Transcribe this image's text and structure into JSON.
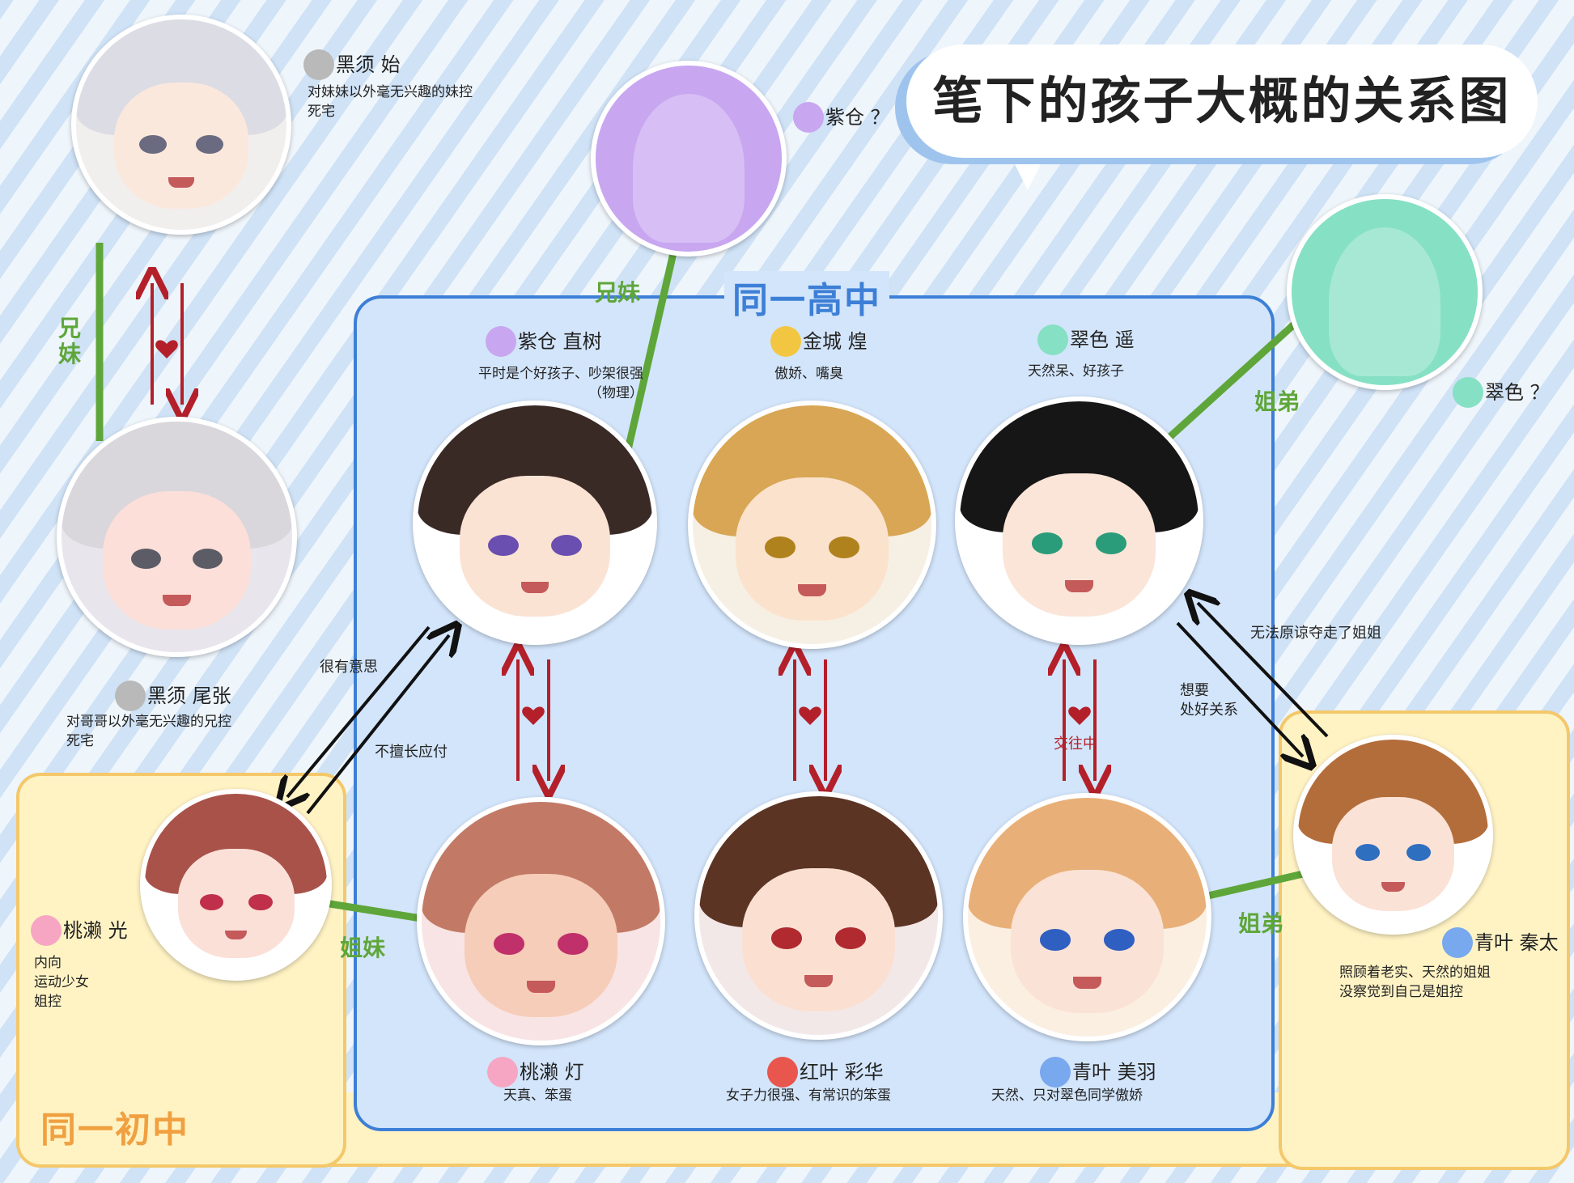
{
  "title": "笔下的孩子大概的关系图",
  "zones": {
    "high_school": "同一高中",
    "middle_school": "同一初中"
  },
  "characters": {
    "kurosu_hajime": {
      "name": "黑须 始",
      "desc": [
        "对妹妹以外毫无兴趣的妹控",
        "死宅"
      ]
    },
    "kurosu_owari": {
      "name": "黑须 尾张",
      "desc": [
        "对哥哥以外毫无兴趣的兄控",
        "死宅"
      ]
    },
    "shiso_unknown": {
      "name": "紫仓 ？"
    },
    "shiso_naoki": {
      "name": "紫仓 直树",
      "desc": [
        "平时是个好孩子、吵架很强",
        "（物理）"
      ]
    },
    "kaneki_kou": {
      "name": "金城 煌",
      "desc": [
        "傲娇、嘴臭"
      ]
    },
    "suiiro_haruka": {
      "name": "翠色 遥",
      "desc": [
        "天然呆、好孩子"
      ]
    },
    "suiiro_unknown": {
      "name": "翠色 ？"
    },
    "momose_hikari": {
      "name": "桃濑 光",
      "desc": [
        "内向",
        "运动少女",
        "姐控"
      ]
    },
    "momose_akari": {
      "name": "桃濑 灯",
      "desc": [
        "天真、笨蛋"
      ]
    },
    "kureha_ayaka": {
      "name": "红叶 彩华",
      "desc": [
        "女子力很强、有常识的笨蛋"
      ]
    },
    "aoba_miu": {
      "name": "青叶 美羽",
      "desc": [
        "天然、只对翠色同学傲娇"
      ]
    },
    "aoba_hata": {
      "name": "青叶 秦太",
      "desc": [
        "照顾着老实、天然的姐姐",
        "没察觉到自己是姐控"
      ]
    }
  },
  "relations": {
    "siblings_kurosu": "兄妹",
    "siblings_shiso": "兄妹",
    "siblings_suiiro": "姐弟",
    "siblings_momose": "姐妹",
    "siblings_aoba": "姐弟",
    "dating": "交往中",
    "interesting": "很有意思",
    "not_good_at": "不擅长应付",
    "cannot_forgive": "无法原谅夺走了姐姐",
    "want_friends": [
      "想要",
      "处好关系"
    ]
  },
  "colors": {
    "sibling_line": "#5fa63a",
    "love_arrow": "#b4202a",
    "black_arrow": "#111111",
    "high_school_border": "#3d7fd6",
    "middle_school_fill": "#fff3c4",
    "middle_school_border": "#f4c86a"
  }
}
